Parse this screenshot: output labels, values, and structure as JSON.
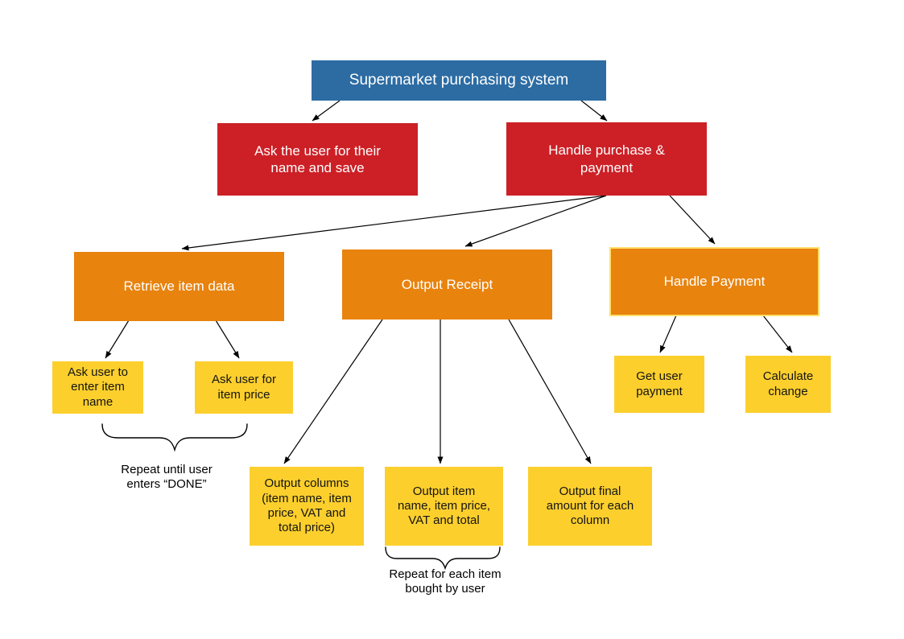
{
  "diagram": {
    "title": "Supermarket purchasing system",
    "background_color": "#ffffff",
    "palette": {
      "level1_blue": "#2c6ca3",
      "level2_red": "#cc2026",
      "level3_orange": "#e8830e",
      "level4_yellow": "#fccf2d",
      "outline_yellow": "#ffdf6b",
      "connector_black": "#000000",
      "text_on_dark": "#ffffff",
      "text_on_yellow": "#141414"
    },
    "nodes": [
      {
        "id": "supermarket-purchasing-system",
        "label": "Supermarket purchasing system",
        "color": "#2c6ca3"
      },
      {
        "id": "ask-user-name",
        "label": "Ask the user for their\nname and save",
        "color": "#cc2026"
      },
      {
        "id": "handle-purchase-payment",
        "label": "Handle purchase &\npayment",
        "color": "#cc2026"
      },
      {
        "id": "retrieve-item-data",
        "label": "Retrieve item data",
        "color": "#e8830e"
      },
      {
        "id": "output-receipt",
        "label": "Output Receipt",
        "color": "#e8830e"
      },
      {
        "id": "handle-payment",
        "label": "Handle Payment",
        "color": "#e8830e",
        "border_color": "#ffdf6b"
      },
      {
        "id": "ask-item-name",
        "label": "Ask user to\nenter item\nname",
        "color": "#fccf2d"
      },
      {
        "id": "ask-item-price",
        "label": "Ask user for\nitem price",
        "color": "#fccf2d"
      },
      {
        "id": "output-columns",
        "label": "Output columns\n(item name, item\nprice, VAT and\ntotal price)",
        "color": "#fccf2d"
      },
      {
        "id": "output-item-line",
        "label": "Output item\nname, item price,\nVAT and total",
        "color": "#fccf2d"
      },
      {
        "id": "output-final-amount",
        "label": "Output final\namount for each\ncolumn",
        "color": "#fccf2d"
      },
      {
        "id": "get-user-payment",
        "label": "Get user\npayment",
        "color": "#fccf2d"
      },
      {
        "id": "calculate-change",
        "label": "Calculate\nchange",
        "color": "#fccf2d"
      }
    ],
    "annotations": [
      {
        "id": "repeat-until-done",
        "label": "Repeat until user\nenters “DONE”"
      },
      {
        "id": "repeat-each-item",
        "label": "Repeat for each item\nbought by user"
      }
    ]
  }
}
